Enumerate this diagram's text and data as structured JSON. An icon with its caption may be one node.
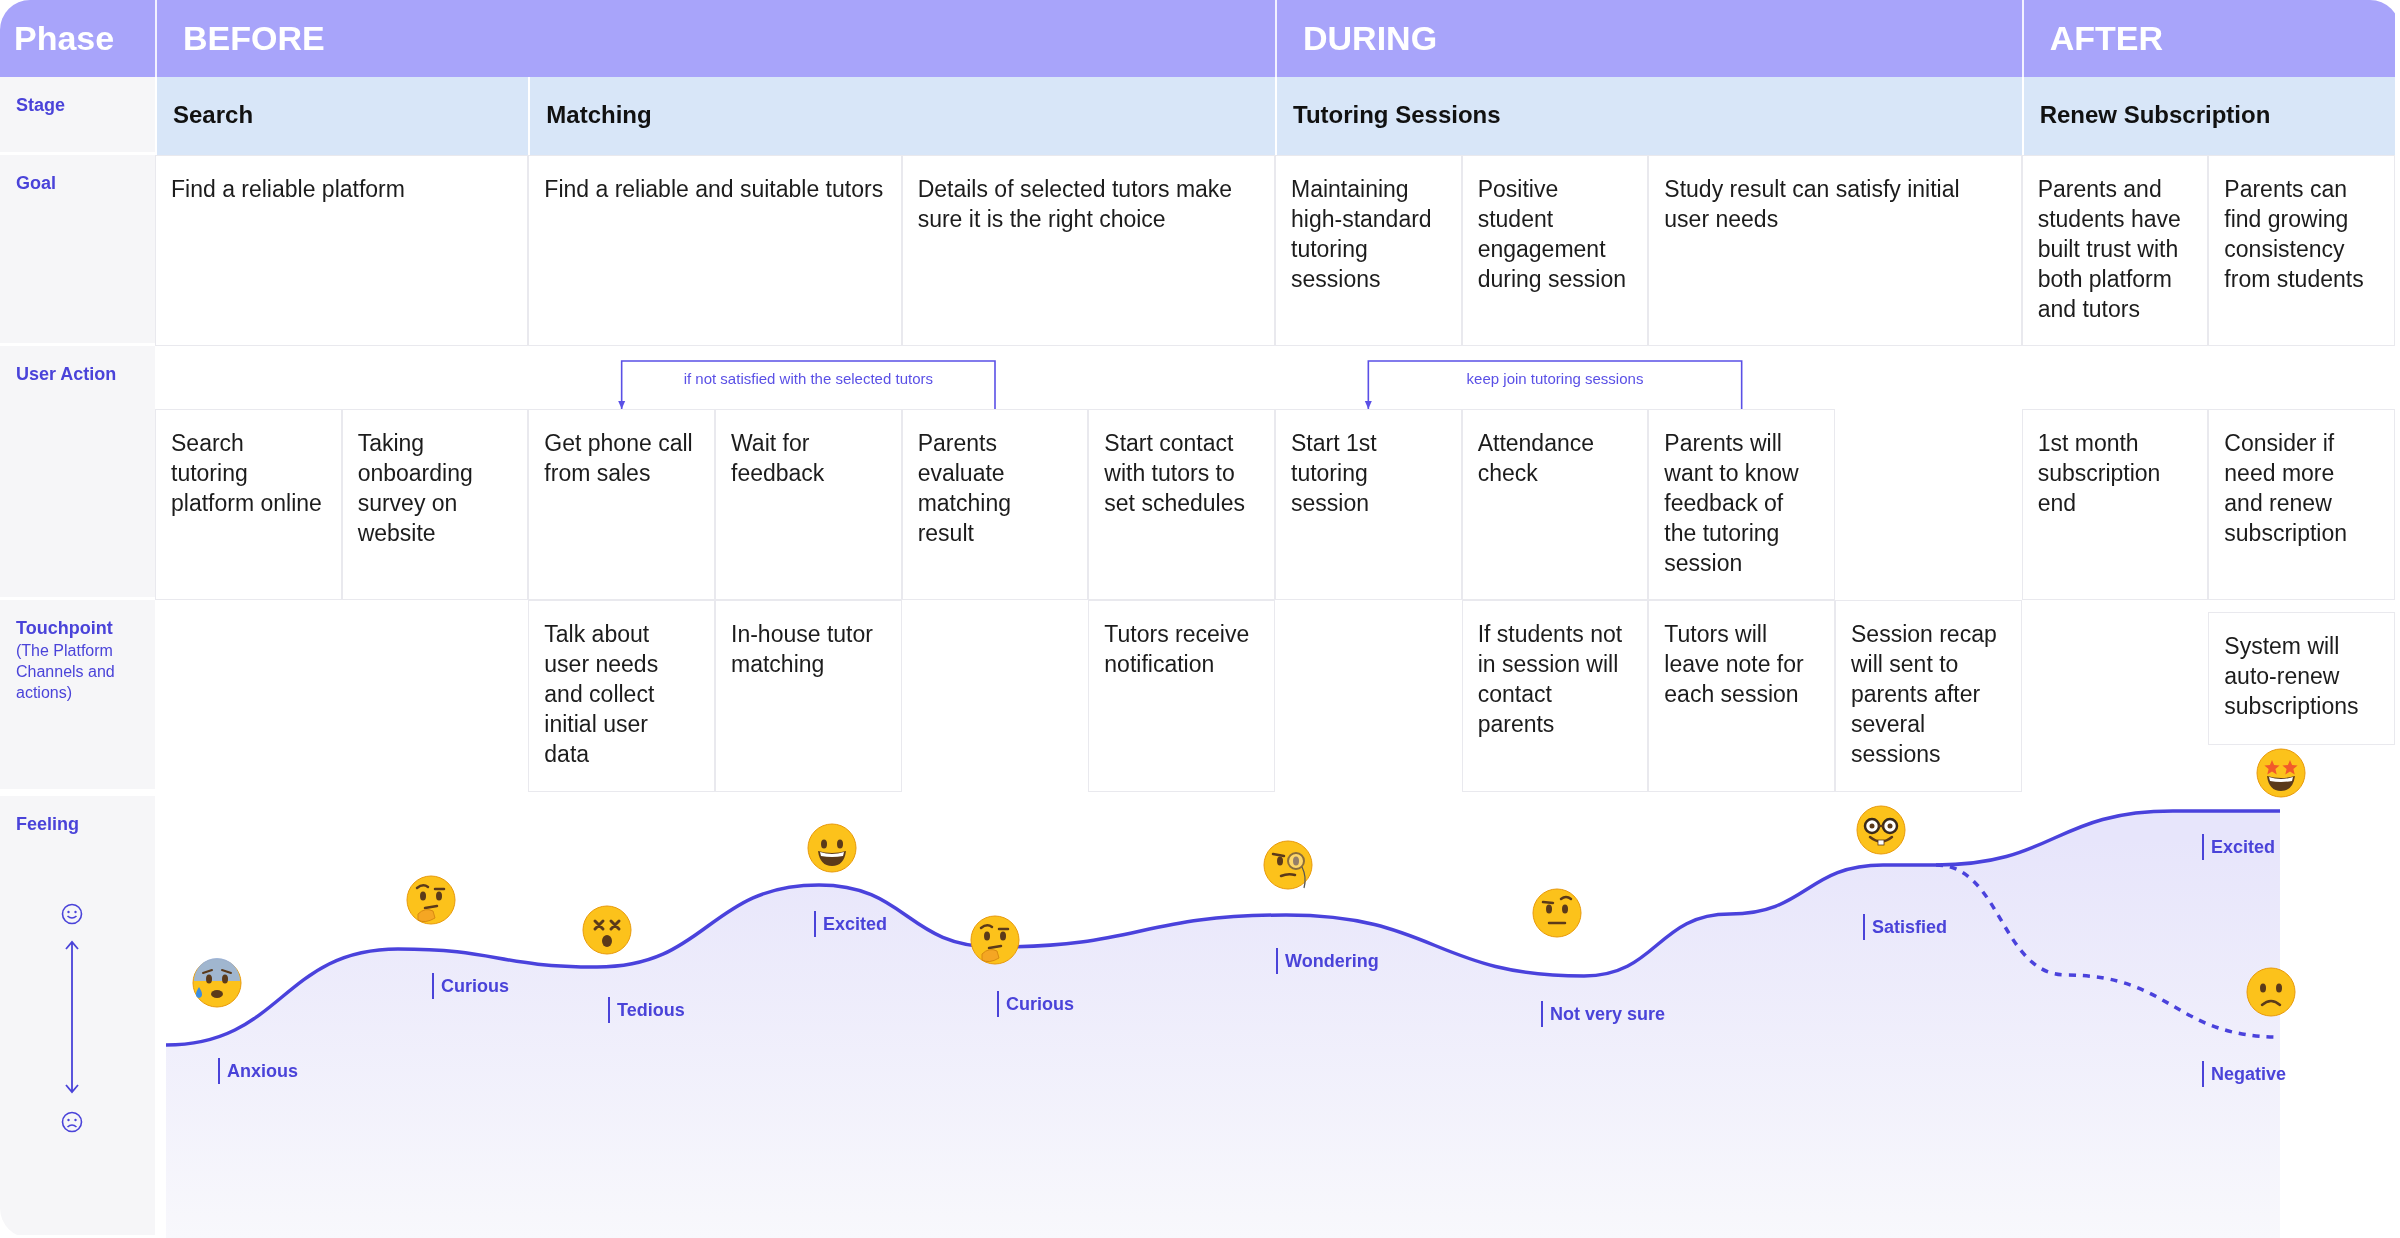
{
  "diagram": {
    "nodes": [
      {
        "text": [
          "Phase"
        ]
      },
      {
        "text": [
          "BEFORE"
        ]
      },
      {
        "text": [
          "DURING"
        ]
      },
      {
        "text": [
          "AFTER"
        ]
      },
      {
        "text": [
          "Stage"
        ]
      },
      {
        "text": [
          "Search"
        ]
      },
      {
        "text": [
          "Matching"
        ]
      },
      {
        "text": [
          "Tutoring Sessions"
        ]
      },
      {
        "text": [
          "Renew Subscription"
        ]
      },
      {
        "text": [
          "Goal"
        ]
      },
      {
        "text": [
          "Find a reliable platform"
        ]
      },
      {
        "text": [
          "Find a reliable and suitable tutors"
        ]
      },
      {
        "text": [
          "Details of selected tutors make sure it is the right choice"
        ]
      },
      {
        "text": [
          "Maintaining high-standard tutoring sessions"
        ]
      },
      {
        "text": [
          "Positive student engagement during session"
        ]
      },
      {
        "text": [
          "Study result can satisfy initial user needs"
        ]
      },
      {
        "text": [
          "Parents and students have built trust with both platform and tutors"
        ]
      },
      {
        "text": [
          "Parents can find growing consistency from students"
        ]
      },
      {
        "text": [
          "User Action"
        ]
      },
      {
        "text": [
          "Search tutoring platform online"
        ]
      },
      {
        "text": [
          "Taking onboarding survey on website"
        ]
      },
      {
        "text": [
          "Get phone call from sales"
        ]
      },
      {
        "text": [
          "Wait for feedback"
        ]
      },
      {
        "text": [
          "Parents evaluate matching result"
        ]
      },
      {
        "text": [
          "Start contact with tutors to set schedules"
        ]
      },
      {
        "text": [
          "Start 1st tutoring session"
        ]
      },
      {
        "text": [
          "Attendance check"
        ]
      },
      {
        "text": [
          "Parents will want to know feedback of the tutoring session"
        ]
      },
      {
        "text": [
          "1st month subscription end"
        ]
      },
      {
        "text": [
          "Consider if need more and renew subscription"
        ]
      },
      {
        "text": [
          "Touchpoint",
          "(The Platform Channels and actions)"
        ]
      },
      {
        "text": [
          "Talk about user needs and collect initial user data"
        ]
      },
      {
        "text": [
          "In-house tutor matching"
        ]
      },
      {
        "text": [
          "Tutors receive notification"
        ]
      },
      {
        "text": [
          "If students not in session will contact parents"
        ]
      },
      {
        "text": [
          "Tutors will leave note for each session"
        ]
      },
      {
        "text": [
          "Session recap will sent to parents after several sessions"
        ]
      },
      {
        "text": [
          "System will auto-renew subscriptions"
        ]
      },
      {
        "text": [
          "Feeling"
        ]
      }
    ],
    "edges": [
      {
        "from": 23,
        "to": 21,
        "arrow": "to",
        "label": "if not satisfied with the selected tutors"
      },
      {
        "from": 27,
        "to": 25,
        "arrow": "to",
        "label": "keep join tutoring sessions"
      }
    ],
    "labels": [
      "Anxious",
      "Curious",
      "Tedious",
      "Excited",
      "Curious",
      "Wondering",
      "Not very sure",
      "Satisfied",
      "Excited",
      "Negative"
    ]
  }
}
